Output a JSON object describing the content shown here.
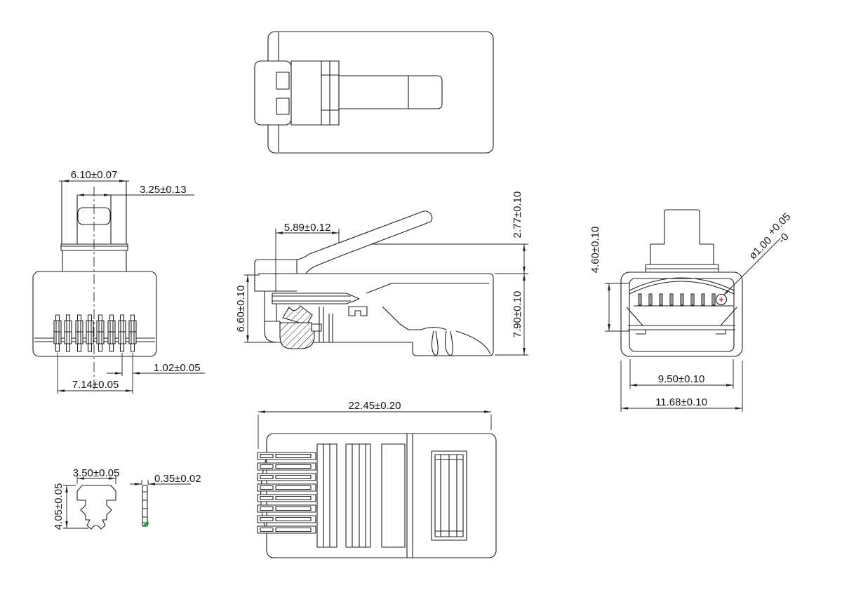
{
  "dimensions": {
    "front_view": {
      "latch_width": "6.10±0.07",
      "latch_tab_width": "3.25±0.13",
      "contact_pitch": "1.02±0.05",
      "contact_span": "7.14±0.05"
    },
    "side_view": {
      "latch_length": "5.89±0.12",
      "front_height": "6.60±0.10",
      "latch_rise": "2.77±0.10",
      "overall_height": "7.90±0.10"
    },
    "rear_view": {
      "cavity_height": "4.60±0.10",
      "wire_hole_diameter": "ø1.00",
      "wire_hole_tol_upper": "+0.05",
      "wire_hole_tol_lower": "-0",
      "cavity_width": "9.50±0.10",
      "body_width": "11.68±0.10"
    },
    "bottom_view": {
      "overall_length": "22.45±0.20"
    },
    "contact_detail": {
      "contact_width": "3.50±0.05",
      "contact_height": "4.05±0.05"
    },
    "blade_detail": {
      "blade_thickness": "0.35±0.02"
    }
  },
  "colors": {
    "line": "#1f1f1f",
    "hole_marker": "#ff0000",
    "blade_marker": "#19a33c",
    "background": "#ffffff"
  }
}
